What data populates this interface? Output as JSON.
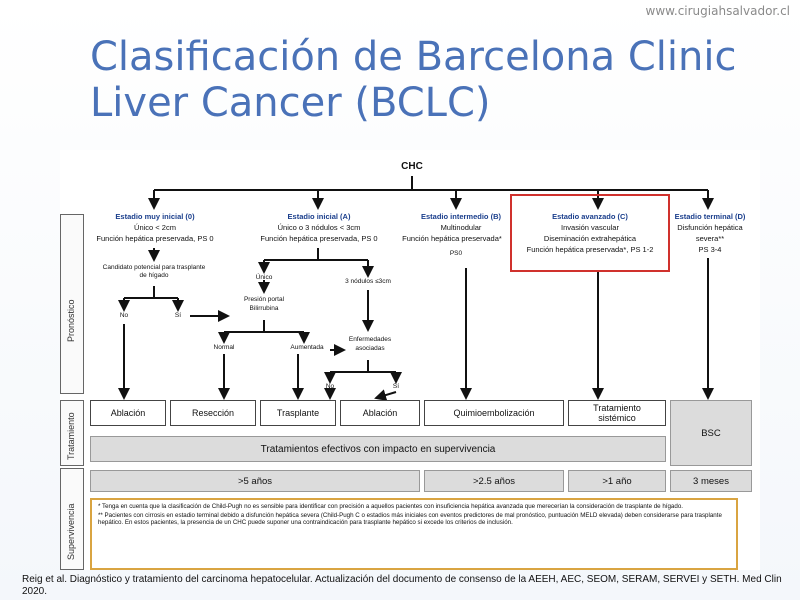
{
  "site_url": "www.cirugiahsalvador.cl",
  "title": "Clasificación de Barcelona Clinic Liver Cancer (BCLC)",
  "figure": {
    "root": "CHC",
    "side_labels": [
      "Pronóstico",
      "Tratamiento",
      "Supervivencia"
    ],
    "stages": [
      {
        "title": "Estadio muy inicial (0)",
        "lines": [
          "Único < 2cm",
          "Función hepática preservada, PS 0"
        ]
      },
      {
        "title": "Estadio inicial (A)",
        "lines": [
          "Único o 3 nódulos < 3cm",
          "Función hepática preservada, PS 0"
        ]
      },
      {
        "title": "Estadio intermedio (B)",
        "lines": [
          "Multinodular",
          "Función hepática preservada*",
          "PS0"
        ]
      },
      {
        "title": "Estadio avanzado (C)",
        "lines": [
          "Invasión vascular",
          "Diseminación extrahepática",
          "Función hepática preservada*, PS 1-2"
        ]
      },
      {
        "title": "Estadio terminal (D)",
        "lines": [
          "Disfunción hepática",
          "severa**",
          "PS 3-4"
        ]
      }
    ],
    "decisions": {
      "candidate": [
        "Candidato potencial para trasplante",
        "de hígado"
      ],
      "no": "No",
      "si": "Sí",
      "unico": "Único",
      "presion": [
        "Presión portal",
        "Bilirrubina"
      ],
      "tres_nodulos": "3 nódulos ≤3cm",
      "normal": "Normal",
      "aumentada": "Aumentada",
      "enfermedades": [
        "Enfermedades",
        "asociadas"
      ],
      "no2": "No",
      "si2": "Sí"
    },
    "treatments": [
      "Ablación",
      "Resección",
      "Trasplante",
      "Ablación",
      "Quimioembolización",
      "Tratamiento sistémico",
      "BSC"
    ],
    "survival_bar": "Tratamientos efectivos con impacto en supervivencia",
    "survival": [
      ">5 años",
      ">2.5 años",
      ">1 año",
      "3 meses"
    ],
    "footnotes": [
      "* Tenga en cuenta que la clasificación de Child-Pugh no es sensible para identificar con precisión a aquellos pacientes con insuficiencia hepática avanzada que merecerían la consideración de trasplante de hígado.",
      "** Pacientes con cirrosis en estadio terminal debido a disfunción hepática severa (Child-Pugh C o estadios más iniciales con eventos predictores de mal pronóstico, puntuación MELD elevada) deben considerarse para trasplante hepático. En estos pacientes, la presencia de un CHC puede suponer una contraindicación para trasplante hepático si excede los criterios de inclusión."
    ]
  },
  "citation": "Reig et al. Diagnóstico y tratamiento del carcinoma hepatocelular. Actualización del documento de consenso de la AEEH, AEC, SEOM, SERAM, SERVEI y SETH. Med Clin 2020.",
  "colors": {
    "title": "#4a72b8",
    "highlight": "#d0312d",
    "footnote_border": "#d9a441"
  }
}
